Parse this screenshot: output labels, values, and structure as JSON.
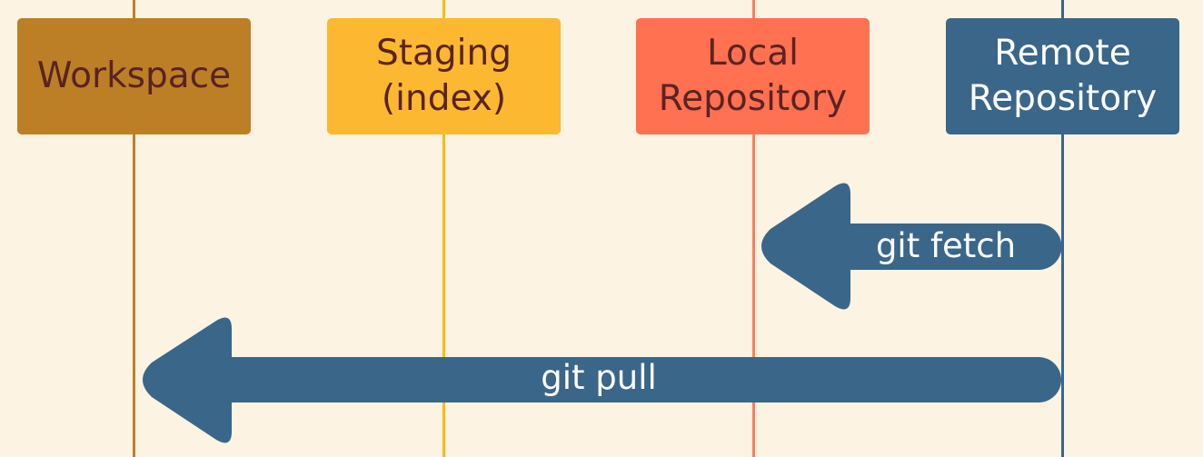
{
  "colors": {
    "background": "#fdf3e2",
    "workspace": "#bd7f25",
    "staging": "#fcb830",
    "local": "#ff7151",
    "remote": "#3a6689",
    "dark_text": "#5a2322",
    "light_text": "#ffffff",
    "workspace_line": "#bd7f25",
    "staging_line": "#f6bd1a",
    "local_line": "#f77f5e",
    "remote_line": "#3a6689",
    "arrow": "#3a6689"
  },
  "stages": [
    {
      "id": "workspace",
      "label": "Workspace"
    },
    {
      "id": "staging",
      "label": "Staging\n(index)"
    },
    {
      "id": "local",
      "label": "Local\nRepository"
    },
    {
      "id": "remote",
      "label": "Remote\nRepository"
    }
  ],
  "arrows": [
    {
      "id": "git-fetch",
      "label": "git fetch",
      "from": "remote",
      "to": "local"
    },
    {
      "id": "git-pull",
      "label": "git pull",
      "from": "remote",
      "to": "workspace"
    }
  ]
}
